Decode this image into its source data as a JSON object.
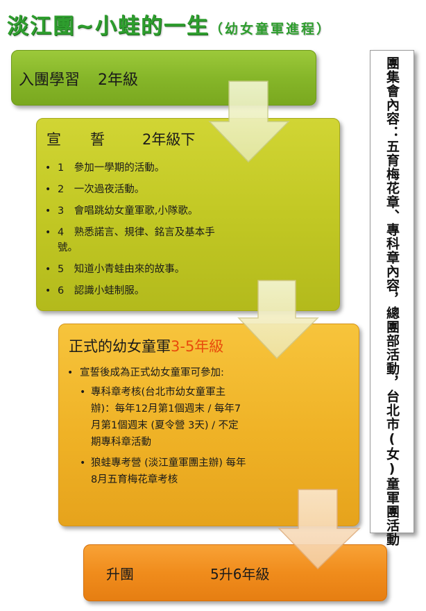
{
  "title": {
    "main": "淡江團~小蛙的一生",
    "sub": "（幼女童軍進程）"
  },
  "colors": {
    "title": "#2e9e2e",
    "box1": "#86b629",
    "box2": "#c2c824",
    "box3": "#efb226",
    "box4": "#f08c1c",
    "arrow": "#f0f2c8"
  },
  "steps": [
    {
      "heading_a": "入團學習",
      "heading_b": "2年級"
    },
    {
      "heading_a": "宣　　誓",
      "heading_b": "2年級下",
      "items": [
        "1　參加一學期的活動。",
        "2　一次過夜活動。",
        "3　會唱跳幼女童軍歌,小隊歌。",
        "4　熟悉諾言、規律、銘言及基本手號。",
        "5　知道小青蛙由來的故事。",
        "6　認識小蛙制服。"
      ]
    },
    {
      "heading_a": "正式的幼女童軍",
      "heading_b": "3-5年級",
      "item": "宣誓後成為正式幼女童軍可參加:",
      "subitems": [
        "專科章考核(台北市幼女童軍主辦)：每年12月第1個週末 / 每年7月第1個週末 (夏令營 3天) / 不定期專科章活動",
        "狼蛙專考營 (淡江童軍團主辦) 每年8月五育梅花章考核"
      ]
    },
    {
      "heading_a": "升團",
      "heading_b": "5升6年級"
    }
  ],
  "side_note": "團集會內容：五育梅花章、專科章內容，總團部活動，台北市(女)童軍團活動"
}
